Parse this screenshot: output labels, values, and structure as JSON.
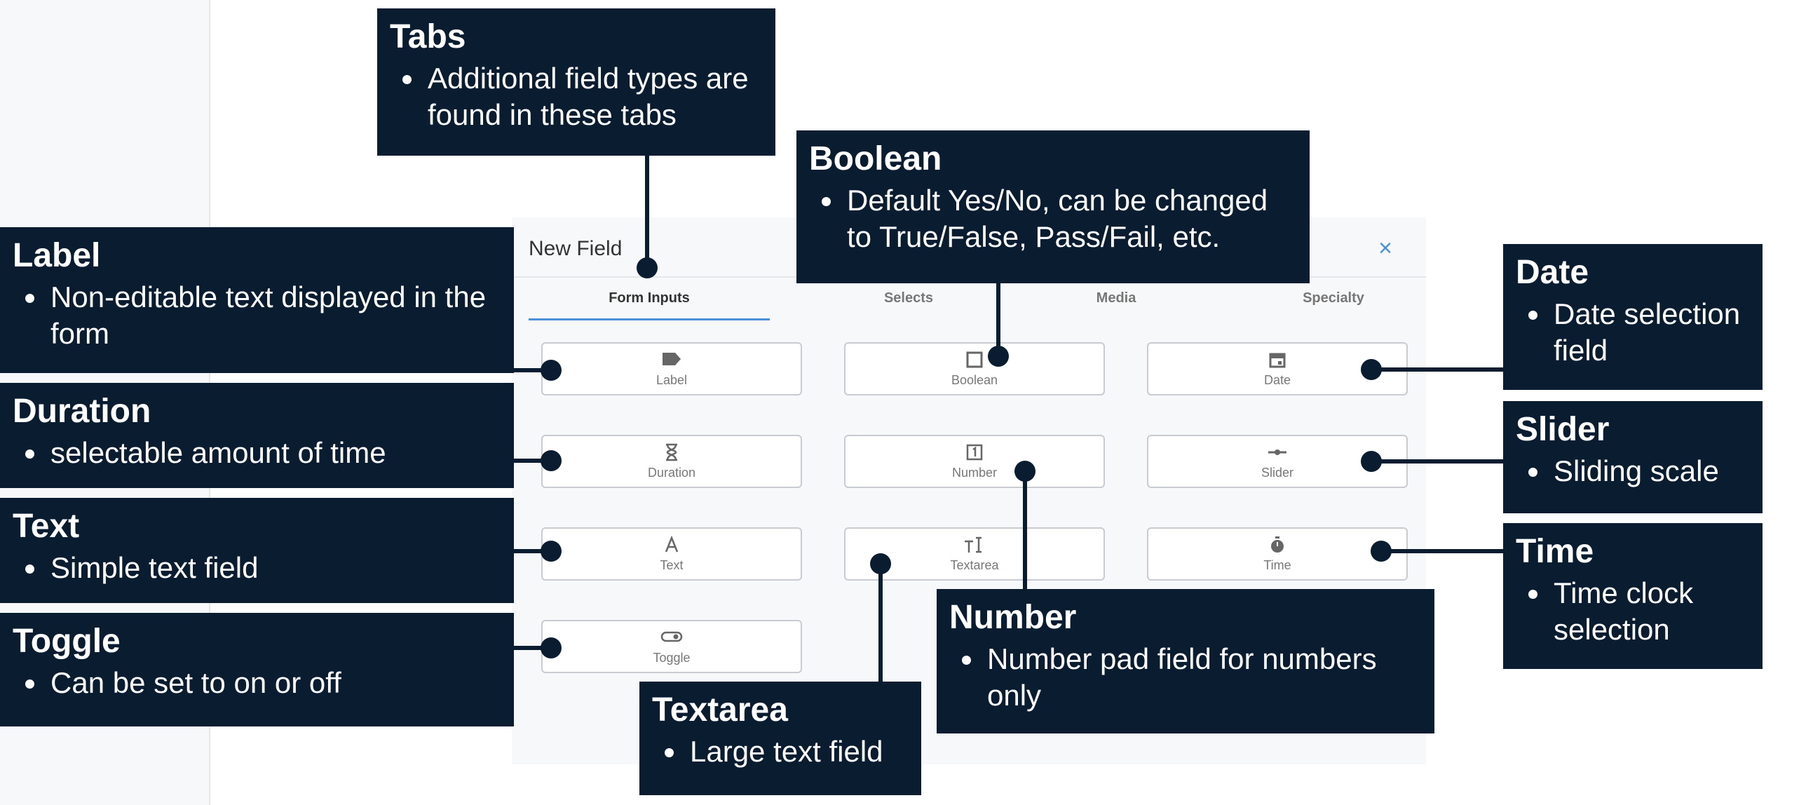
{
  "dialog": {
    "title": "New Field",
    "close_icon": "×",
    "tabs": [
      {
        "label": "Form Inputs",
        "active": true
      },
      {
        "label": "Selects",
        "active": false
      },
      {
        "label": "Media",
        "active": false
      },
      {
        "label": "Specialty",
        "active": false
      }
    ],
    "fields": [
      {
        "label": "Label",
        "icon": "label-icon",
        "glyph": "🏷"
      },
      {
        "label": "Boolean",
        "icon": "checkbox-icon",
        "glyph": "☐"
      },
      {
        "label": "Date",
        "icon": "calendar-icon",
        "glyph": "📅"
      },
      {
        "label": "Duration",
        "icon": "hourglass-icon",
        "glyph": "⌛"
      },
      {
        "label": "Number",
        "icon": "number-icon",
        "glyph": "1"
      },
      {
        "label": "Slider",
        "icon": "slider-icon",
        "glyph": "⊸"
      },
      {
        "label": "Text",
        "icon": "text-icon",
        "glyph": "A"
      },
      {
        "label": "Textarea",
        "icon": "textarea-icon",
        "glyph": "⌶"
      },
      {
        "label": "Time",
        "icon": "stopwatch-icon",
        "glyph": "⏱"
      },
      {
        "label": "Toggle",
        "icon": "toggle-icon",
        "glyph": "⊂⊃"
      }
    ]
  },
  "callouts": {
    "tabs": {
      "title": "Tabs",
      "bullets": [
        "Additional field types are found in these tabs"
      ]
    },
    "boolean": {
      "title": "Boolean",
      "bullets": [
        "Default Yes/No, can be changed to True/False, Pass/Fail, etc."
      ]
    },
    "label": {
      "title": "Label",
      "bullets": [
        "Non-editable text displayed in the form"
      ]
    },
    "duration": {
      "title": "Duration",
      "bullets": [
        "selectable amount of time"
      ]
    },
    "text": {
      "title": "Text",
      "bullets": [
        "Simple text field"
      ]
    },
    "toggle": {
      "title": "Toggle",
      "bullets": [
        "Can be set to on or off"
      ]
    },
    "date": {
      "title": "Date",
      "bullets": [
        "Date selection field"
      ]
    },
    "slider": {
      "title": "Slider",
      "bullets": [
        "Sliding scale"
      ]
    },
    "time": {
      "title": "Time",
      "bullets": [
        "Time clock selection"
      ]
    },
    "number": {
      "title": "Number",
      "bullets": [
        "Number pad field for numbers only"
      ]
    },
    "textarea": {
      "title": "Textarea",
      "bullets": [
        "Large text field"
      ]
    }
  },
  "colors": {
    "callout_bg": "#0a1c30",
    "accent": "#4a90d9"
  }
}
